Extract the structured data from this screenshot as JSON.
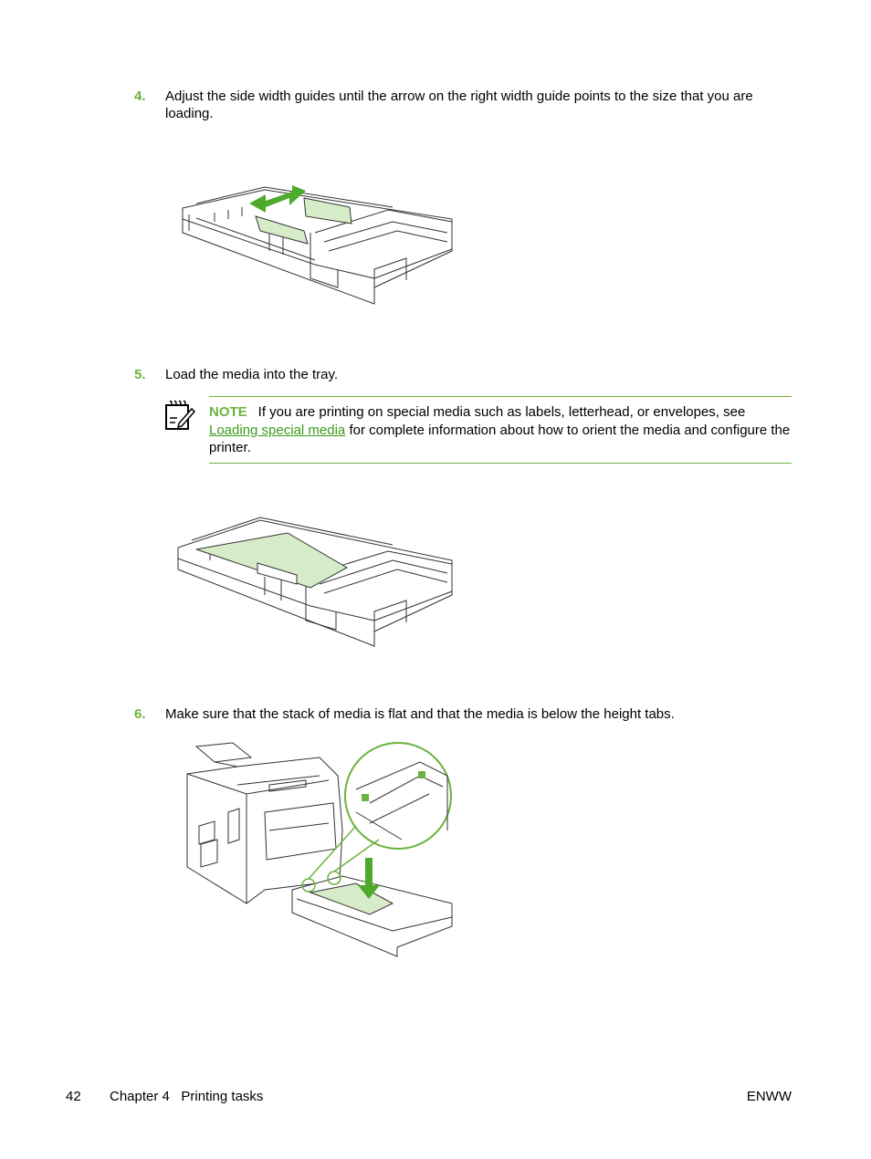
{
  "steps": [
    {
      "number": "4.",
      "text": "Adjust the side width guides until the arrow on the right width guide points to the size that you are loading."
    },
    {
      "number": "5.",
      "text": "Load the media into the tray."
    },
    {
      "number": "6.",
      "text": "Make sure that the stack of media is flat and that the media is below the height tabs."
    }
  ],
  "note": {
    "label": "NOTE",
    "text_before": "If you are printing on special media such as labels, letterhead, or envelopes, see",
    "link": "Loading special media",
    "text_after": "for complete information about how to orient the media and configure the printer.",
    "icon": "note-pad-icon"
  },
  "footer": {
    "page_number": "42",
    "chapter": "Chapter 4   Printing tasks",
    "edition": "ENWW"
  },
  "colors": {
    "accent": "#6cb33e",
    "link": "#3a9a1a",
    "media_fill": "#d6ecc8",
    "line": "#333333"
  }
}
